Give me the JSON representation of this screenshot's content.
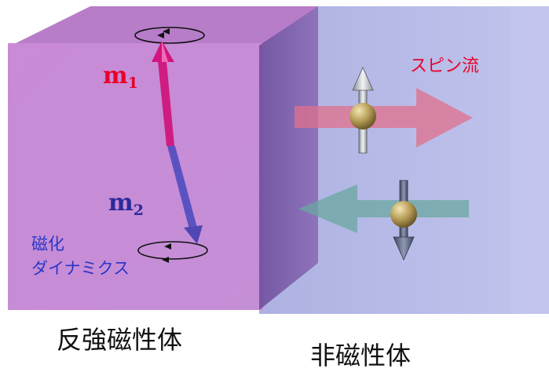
{
  "labels": {
    "m1": {
      "base": "m",
      "sub": "1"
    },
    "m2": {
      "base": "m",
      "sub": "2"
    },
    "spin_current": "スピン流",
    "magnetization_dynamics_line1": "磁化",
    "magnetization_dynamics_line2": "ダイナミクス",
    "antiferromagnet": "反強磁性体",
    "nonmagnet": "非磁性体"
  },
  "colors": {
    "antiferromagnet_front": "#c98ad6",
    "antiferromagnet_side": "#7a5aa6",
    "nonmagnet_front": "#b9bde6",
    "m1_arrow": "#d2157f",
    "m2_arrow": "#5b52c2",
    "spin_current_outgoing": "#e0708c",
    "spin_current_incoming": "#6aa8a0",
    "electron_ball": "#b8a25e"
  },
  "icons": {
    "electron_up": "spin-up-electron-icon",
    "electron_down": "spin-down-electron-icon"
  }
}
